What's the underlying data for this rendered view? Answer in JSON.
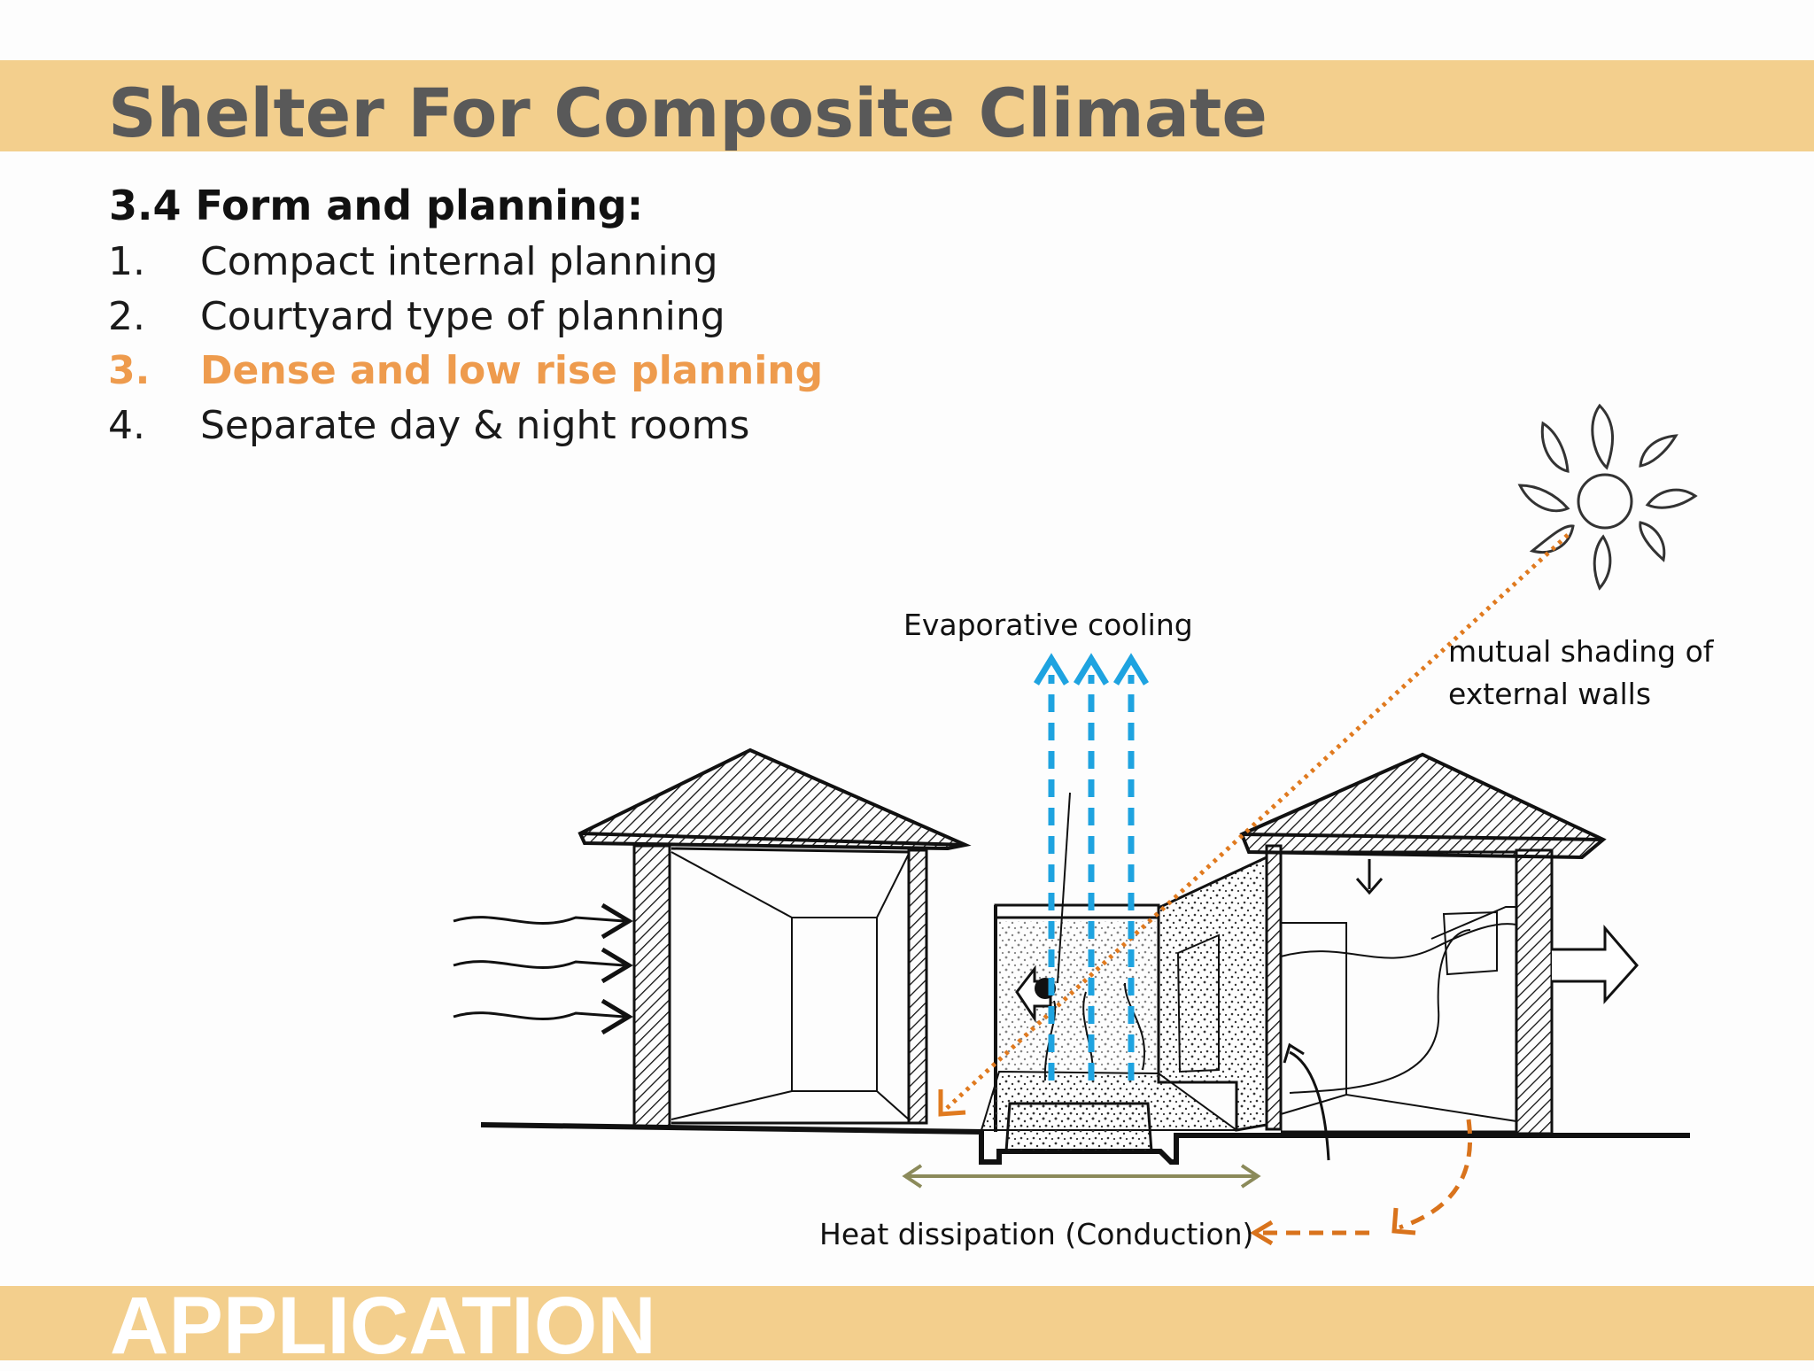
{
  "header": {
    "title": "Shelter For Composite Climate"
  },
  "section": {
    "heading": "3.4 Form and planning:"
  },
  "planning_list": [
    {
      "number": "1.",
      "text": "Compact internal planning"
    },
    {
      "number": "2.",
      "text": "Courtyard type of planning"
    },
    {
      "number": "3.",
      "text": "Dense and low rise planning",
      "highlighted": true
    },
    {
      "number": "4.",
      "text": "Separate day & night rooms"
    }
  ],
  "diagram": {
    "labels": {
      "evaporative": "Evaporative cooling",
      "shading_line1": "mutual shading of",
      "shading_line2": "external walls",
      "heat": "Heat dissipation (Conduction)"
    },
    "colors": {
      "cooling_arrows": "#1ea3e0",
      "sun_ray": "#e07a1f",
      "heat_arrow": "#d9731c",
      "ground_span": "#8b8a5a",
      "highlight": "#ee9b4d"
    }
  },
  "footer": {
    "label": "APPLICATION"
  }
}
